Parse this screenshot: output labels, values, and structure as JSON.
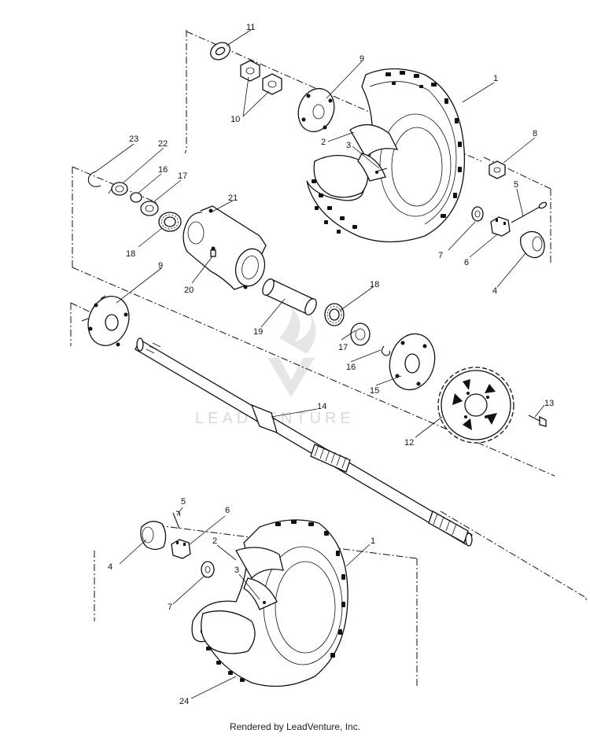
{
  "callouts": {
    "c1a": "1",
    "c2a": "2",
    "c3a": "3",
    "c4a": "4",
    "c5a": "5",
    "c6a": "6",
    "c7a": "7",
    "c8": "8",
    "c9a": "9",
    "c10": "10",
    "c11": "11",
    "c23": "23",
    "c22": "22",
    "c16a": "16",
    "c17a": "17",
    "c18a": "18",
    "c21": "21",
    "c20": "20",
    "c9b": "9",
    "c19": "19",
    "c18b": "18",
    "c17b": "17",
    "c16b": "16",
    "c15": "15",
    "c14": "14",
    "c13": "13",
    "c12": "12",
    "c1b": "1",
    "c2b": "2",
    "c3b": "3",
    "c4b": "4",
    "c5b": "5",
    "c6b": "6",
    "c7b": "7",
    "c24": "24"
  },
  "watermark": "LEADVENTURE",
  "footer": "Rendered by LeadVenture, Inc."
}
